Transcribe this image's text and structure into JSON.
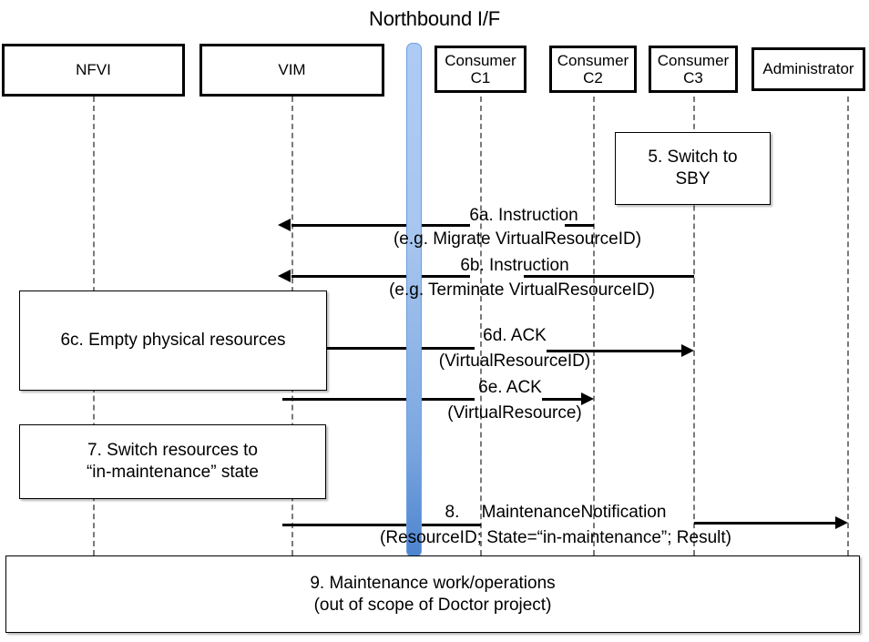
{
  "diagram": {
    "title": "Northbound I/F",
    "type": "sequence-diagram"
  },
  "actors": [
    {
      "id": "nfvi",
      "label": "NFVI"
    },
    {
      "id": "vim",
      "label": "VIM"
    },
    {
      "id": "c1",
      "label": "Consumer\nC1",
      "line1": "Consumer",
      "line2": "C1"
    },
    {
      "id": "c2",
      "label": "Consumer\nC2",
      "line1": "Consumer",
      "line2": "C2"
    },
    {
      "id": "c3",
      "label": "Consumer\nC3",
      "line1": "Consumer",
      "line2": "C3"
    },
    {
      "id": "admin",
      "label": "Administrator"
    }
  ],
  "notes": [
    {
      "id": "step5",
      "line1": "5. Switch to",
      "line2": "SBY"
    },
    {
      "id": "step6c",
      "line1": "6c. Empty physical resources",
      "line2": ""
    },
    {
      "id": "step7",
      "line1": "7. Switch resources to",
      "line2": "“in-maintenance” state"
    },
    {
      "id": "step9",
      "line1": "9. Maintenance work/operations",
      "line2": "(out of scope of Doctor project)"
    }
  ],
  "messages": [
    {
      "id": "6a",
      "line1": "6a. Instruction",
      "line2": "(e.g. Migrate VirtualResourceID)",
      "from": "c2",
      "to": "vim",
      "direction": "left"
    },
    {
      "id": "6b",
      "line1": "6b. Instruction",
      "line2": "(e.g. Terminate VirtualResourceID)",
      "from": "c3",
      "to": "vim",
      "direction": "left"
    },
    {
      "id": "6d",
      "line1": "6d. ACK",
      "line2": "(VirtualResourceID)",
      "from": "vim",
      "to": "c3",
      "direction": "right"
    },
    {
      "id": "6e",
      "line1": "6e. ACK",
      "line2": "(VirtualResource)",
      "from": "vim",
      "to": "c2",
      "direction": "right"
    },
    {
      "id": "8",
      "line1": "8.  MaintenanceNotification",
      "line2": "(ResourceID; State=“in-maintenance”; Result)",
      "from": "vim",
      "to": "admin",
      "direction": "right"
    }
  ],
  "colors": {
    "nbi_bar_top": "#aecbf5",
    "nbi_bar_bottom": "#4d84cf",
    "line": "#000000",
    "lifeline": "#7a7a7a",
    "background": "#ffffff"
  }
}
